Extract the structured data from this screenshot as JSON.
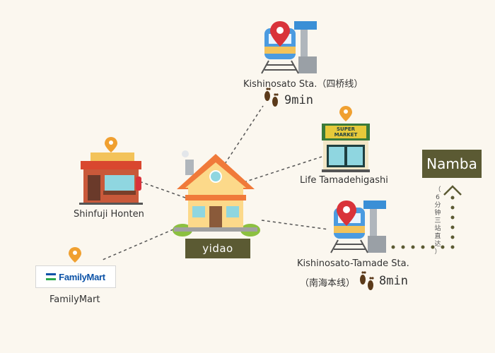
{
  "center": {
    "label": "yidao",
    "label_bg": "#5b5a33"
  },
  "places": {
    "kishinosato": {
      "label": "Kishinosato Sta.（四桥线）",
      "walk_time": "9min"
    },
    "life": {
      "label": "Life Tamadehigashi",
      "sign_line1": "SUPER",
      "sign_line2": "MARKET"
    },
    "shinfuji": {
      "label": "Shinfuji Honten"
    },
    "familymart": {
      "label": "FamilyMart",
      "logo_text": "FamilyMart"
    },
    "tamade": {
      "label": "Kishinosato-Tamade Sta.",
      "line": "（南海本线）",
      "walk_time": "8min"
    }
  },
  "destination": {
    "label": "Namba",
    "note": "（6分钟三站直达）",
    "note_chars": [
      "（",
      "6",
      "分",
      "钟",
      "三",
      "站",
      "直",
      "达",
      "）"
    ]
  },
  "icons": {
    "pin": "map-pin-icon",
    "footprints": "footprints-icon",
    "house": "house-icon",
    "station": "train-station-icon",
    "supermarket": "supermarket-icon",
    "shop": "shop-icon",
    "arrow": "chevron-up-icon"
  },
  "colors": {
    "background": "#fbf7ef",
    "label_box": "#5b5a33",
    "pin_orange": "#f0a030",
    "pin_red": "#d9333a",
    "dash_line": "#555555",
    "familymart_blue": "#0b52a7",
    "familymart_green": "#2aa84a"
  }
}
